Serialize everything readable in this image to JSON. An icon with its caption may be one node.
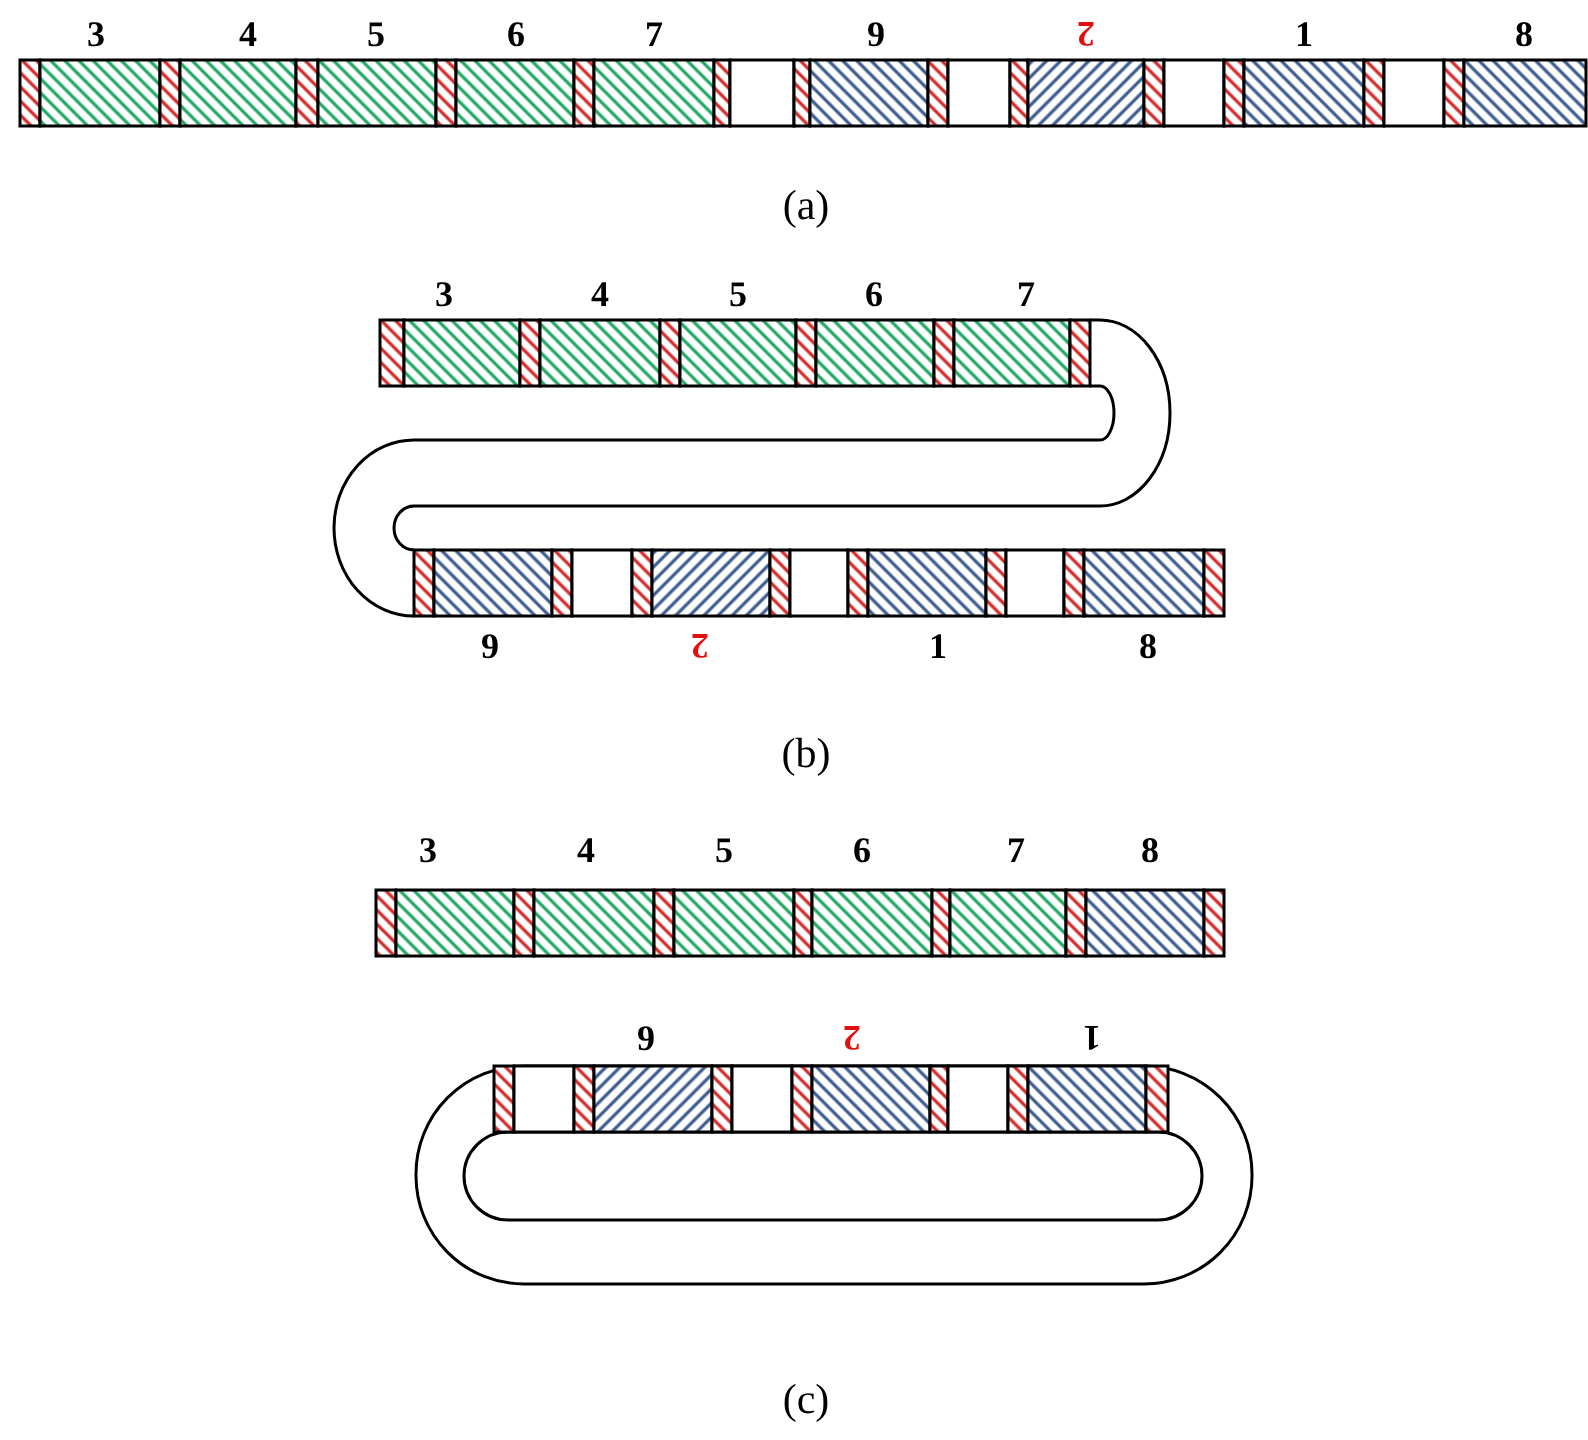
{
  "diagram": {
    "labels": [
      "3",
      "4",
      "5",
      "6",
      "7",
      "9",
      "2",
      "1",
      "8",
      "(a)",
      "3",
      "4",
      "5",
      "6",
      "7",
      "9",
      "2",
      "1",
      "8",
      "(b)",
      "3",
      "4",
      "5",
      "6",
      "7",
      "8",
      "9",
      "2",
      "1",
      "(c)"
    ]
  }
}
